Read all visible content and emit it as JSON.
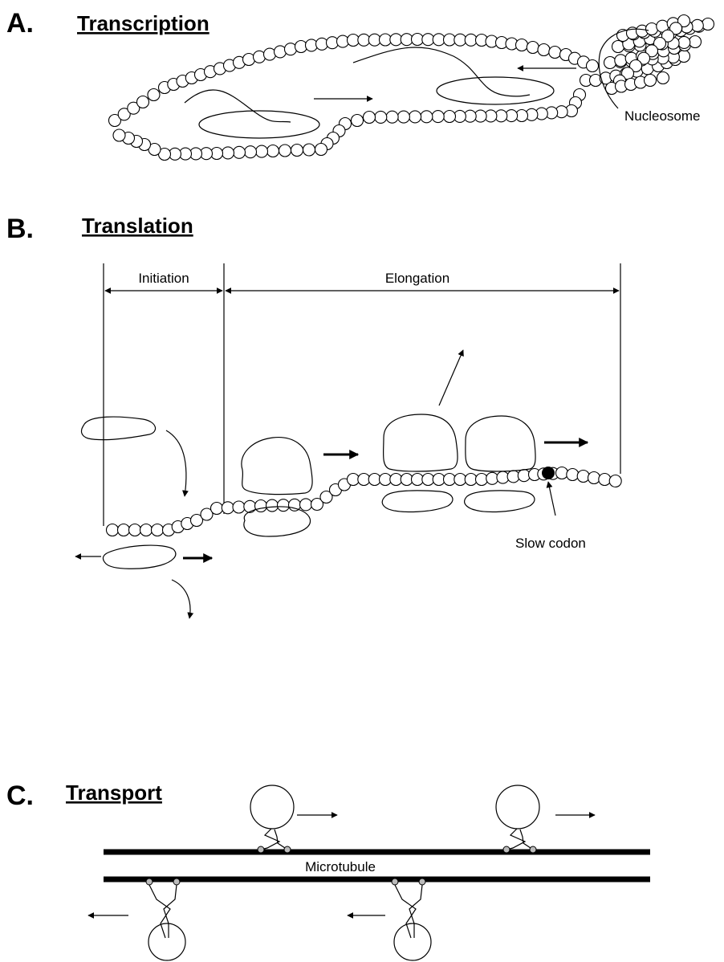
{
  "panels": [
    {
      "letter": "A.",
      "title": "Transcription"
    },
    {
      "letter": "B.",
      "title": "Translation"
    },
    {
      "letter": "C.",
      "title": "Transport"
    }
  ],
  "labels": {
    "nucleosome": "Nucleosome",
    "initiation": "Initiation",
    "elongation": "Elongation",
    "slow_codon": "Slow codon",
    "microtubule": "Microtubule"
  }
}
